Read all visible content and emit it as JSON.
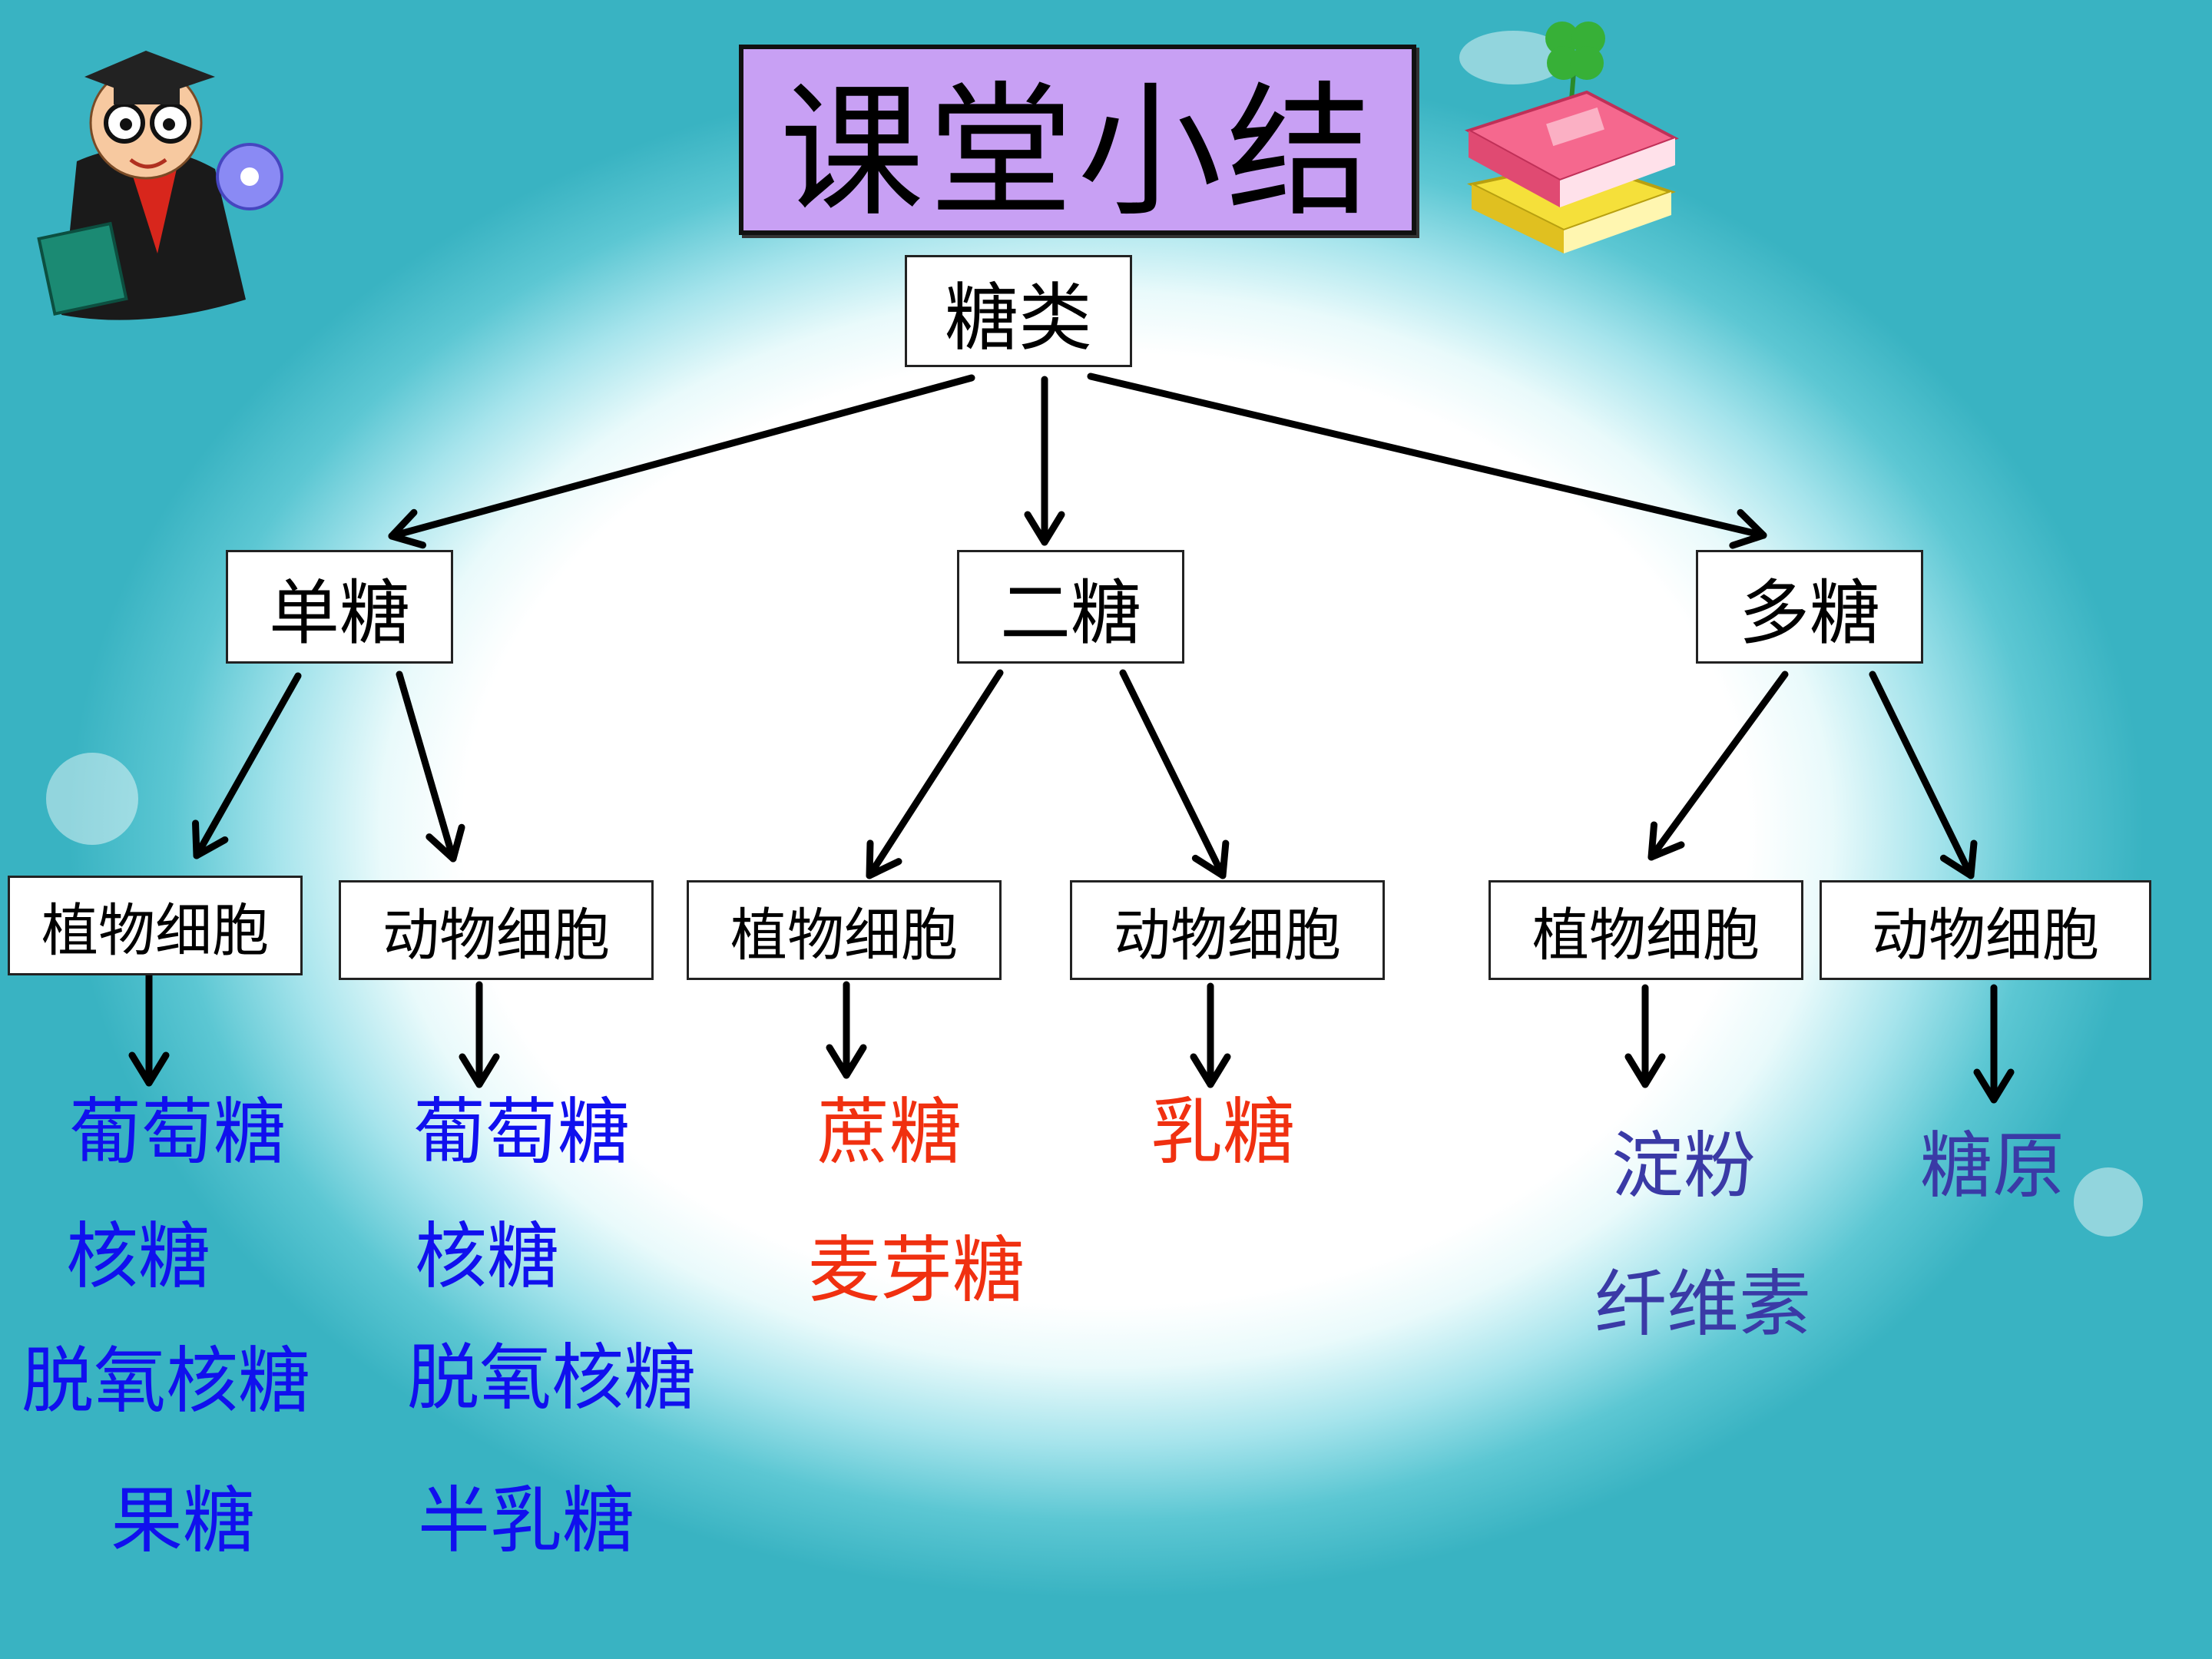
{
  "title": "课堂小结",
  "root": "糖类",
  "groups": [
    {
      "name": "单糖",
      "children": [
        {
          "label": "植物细胞",
          "items": [
            "葡萄糖",
            "核糖",
            "脱氧核糖",
            "果糖"
          ]
        },
        {
          "label": "动物细胞",
          "items": [
            "葡萄糖",
            "核糖",
            "脱氧核糖",
            "半乳糖"
          ]
        }
      ]
    },
    {
      "name": "二糖",
      "children": [
        {
          "label": "植物细胞",
          "items": [
            "蔗糖",
            "麦芽糖"
          ]
        },
        {
          "label": "动物细胞",
          "items": [
            "乳糖"
          ]
        }
      ]
    },
    {
      "name": "多糖",
      "children": [
        {
          "label": "植物细胞",
          "items": [
            "淀粉",
            "纤维素"
          ]
        },
        {
          "label": "动物细胞",
          "items": [
            "糖原"
          ]
        }
      ]
    }
  ],
  "colors": {
    "title_bg": "#c8a0f4",
    "monosaccharide_items": "#1010ee",
    "disaccharide_items": "#f03010",
    "polysaccharide_items": "#3a3aa6",
    "arrow": "#000000"
  },
  "icons": [
    "cartoon-professor-icon",
    "book-stack-icon",
    "four-leaf-clover-icon"
  ]
}
